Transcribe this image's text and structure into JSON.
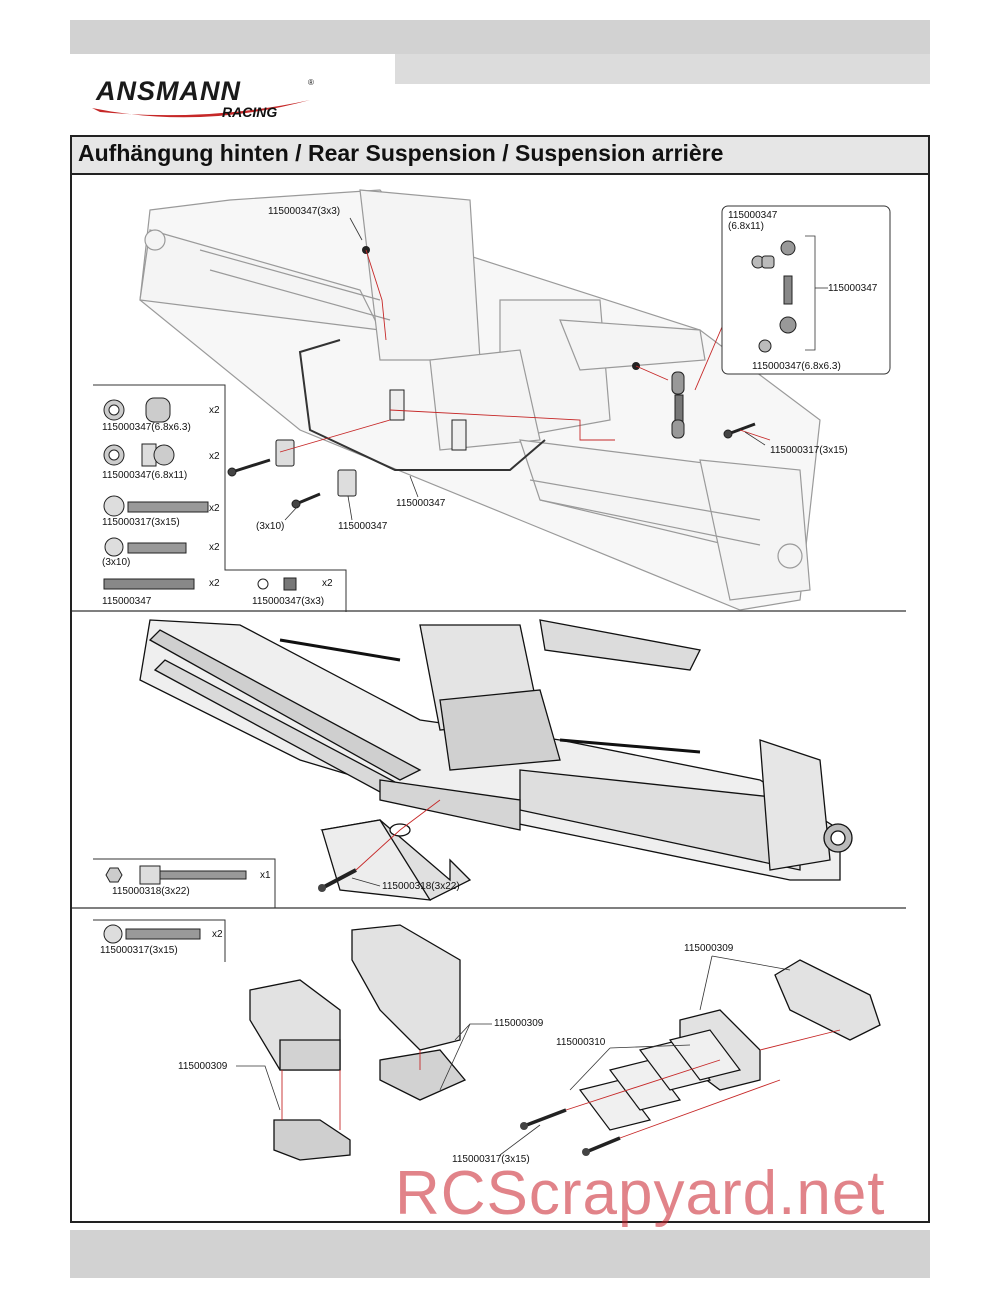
{
  "brand": {
    "name": "ANSMANN",
    "sub": "RACING",
    "reg": "®"
  },
  "title": "Aufhängung hinten / Rear Suspension / Suspension arrière",
  "watermark": "RCScrapyard.net",
  "step1": {
    "callouts": {
      "ball_3x3": "115000347(3x3)",
      "ball_68x11": "115000347\n(6.8x11)",
      "link": "115000347",
      "ball_68x63": "115000347(6.8x6.3)",
      "screw_3x15": "115000317(3x15)",
      "bar": "115000347",
      "mount": "115000347",
      "screw_3x10": "(3x10)"
    },
    "parts": [
      {
        "code": "115000347(6.8x6.3)",
        "qty": "x2"
      },
      {
        "code": "115000347(6.8x11)",
        "qty": "x2"
      },
      {
        "code": "115000317(3x15)",
        "qty": "x2"
      },
      {
        "code": "(3x10)",
        "qty": "x2"
      },
      {
        "code": "115000347",
        "qty": "x2"
      },
      {
        "code": "115000347(3x3)",
        "qty": "x2"
      }
    ]
  },
  "step2": {
    "callouts": {
      "screw": "115000318(3x22)"
    },
    "parts": [
      {
        "code": "115000318(3x22)",
        "qty": "x1"
      }
    ]
  },
  "step3": {
    "callouts": {
      "left_block": "115000309",
      "mid_block": "115000309",
      "right_block": "115000309",
      "shims": "115000310",
      "screw": "115000317(3x15)"
    },
    "parts": [
      {
        "code": "115000317(3x15)",
        "qty": "x2"
      }
    ]
  }
}
